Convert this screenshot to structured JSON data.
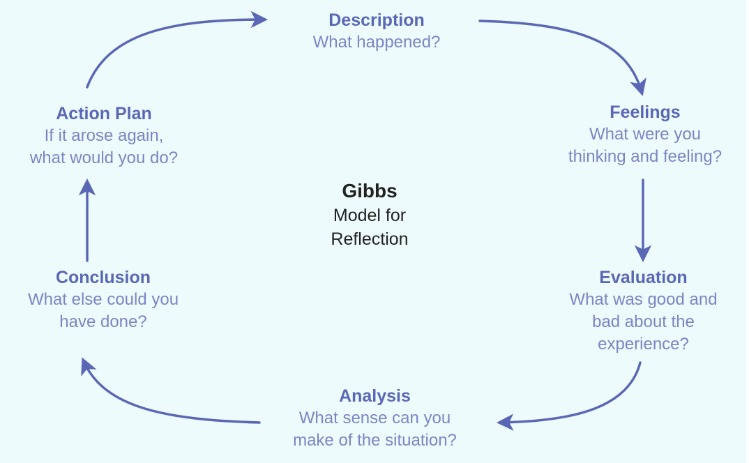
{
  "center": {
    "title": "Gibbs",
    "subtitle_line1": "Model for",
    "subtitle_line2": "Reflection"
  },
  "stages": {
    "description": {
      "title": "Description",
      "q1": "What happened?"
    },
    "feelings": {
      "title": "Feelings",
      "q1": "What were you",
      "q2": "thinking and feeling?"
    },
    "evaluation": {
      "title": "Evaluation",
      "q1": "What was good and",
      "q2": "bad about the",
      "q3": "experience?"
    },
    "analysis": {
      "title": "Analysis",
      "q1": "What sense can you",
      "q2": "make of the situation?"
    },
    "conclusion": {
      "title": "Conclusion",
      "q1": "What else could you",
      "q2": "have done?"
    },
    "action_plan": {
      "title": "Action Plan",
      "q1": "If it arose again,",
      "q2": "what would you do?"
    }
  },
  "colors": {
    "background": "#eefbfc",
    "arrow": "#5a67b5",
    "stage_title": "#5a67b5",
    "stage_question": "#7b85c4",
    "center_text": "#222222"
  }
}
